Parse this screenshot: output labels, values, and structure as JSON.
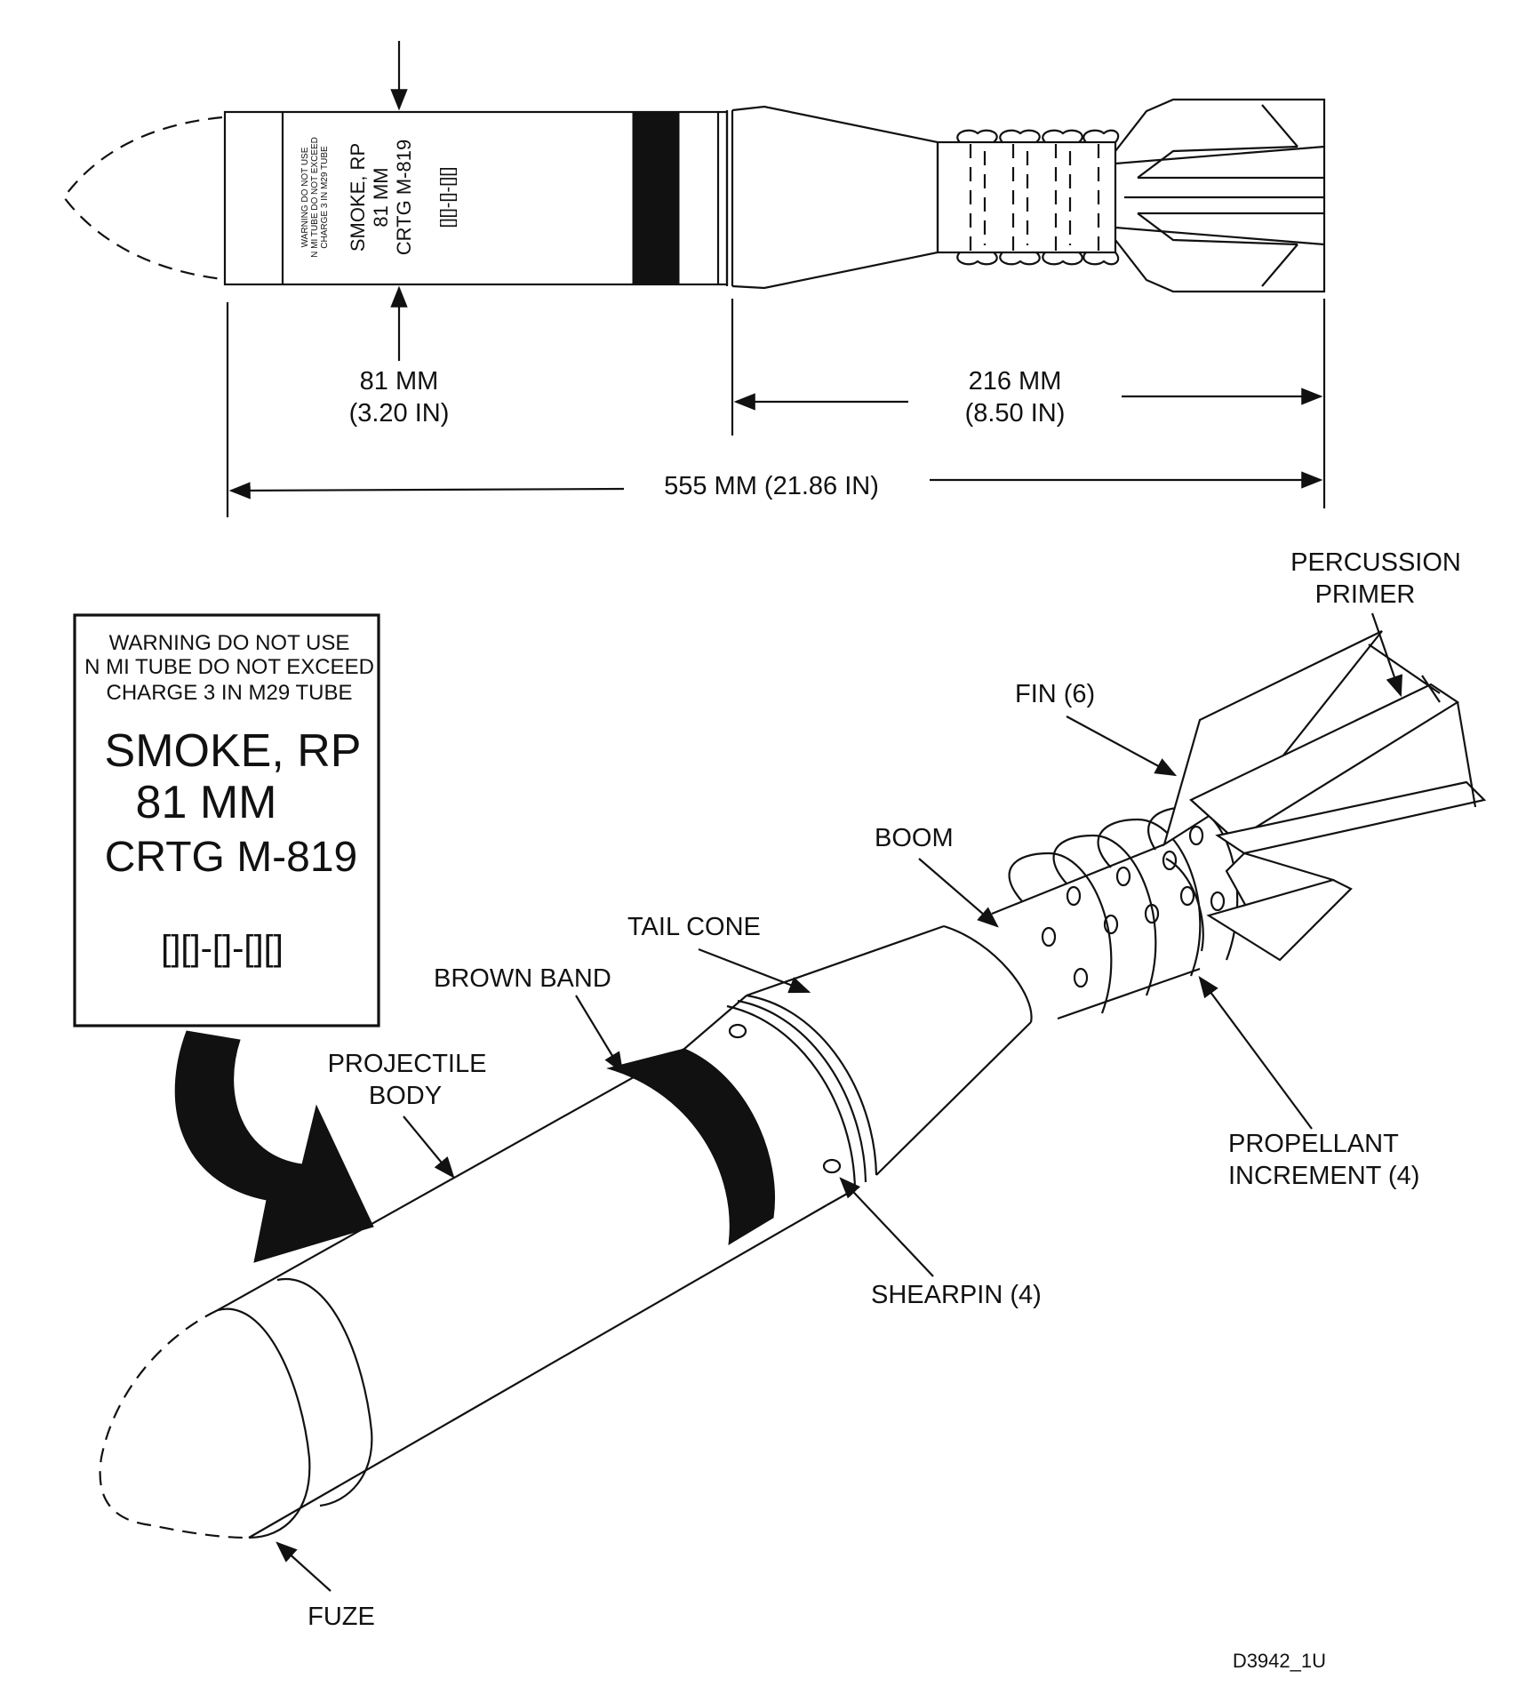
{
  "dimensions": {
    "diameter": "81 MM",
    "diameter_in": "(3.20 IN)",
    "tail_length": "216 MM",
    "tail_length_in": "(8.50 IN)",
    "overall_length": "555 MM (21.86 IN)"
  },
  "small_marking": {
    "line1": "WARNING DO NOT USE",
    "line2": "N MI TUBE DO NOT EXCEED",
    "line3": "CHARGE 3 IN M29 TUBE",
    "line4": "SMOKE, RP",
    "line5": "81 MM",
    "line6": "CRTG  M-819",
    "line7": "[][]-[]-[][]"
  },
  "marking_callout": {
    "warning_1": "WARNING DO NOT USE",
    "warning_2": "N MI TUBE DO NOT EXCEED",
    "warning_3": "CHARGE 3 IN M29 TUBE",
    "name": "SMOKE, RP",
    "caliber": "81 MM",
    "model": "CRTG   M-819",
    "lot": "[][]-[]-[][]"
  },
  "labels": {
    "percussion_primer_1": "PERCUSSION",
    "percussion_primer_2": "PRIMER",
    "fin": "FIN (6)",
    "boom": "BOOM",
    "tail_cone": "TAIL CONE",
    "brown_band": "BROWN BAND",
    "projectile_body_1": "PROJECTILE",
    "projectile_body_2": "BODY",
    "propellant_increment_1": "PROPELLANT",
    "propellant_increment_2": "INCREMENT (4)",
    "shearpin": "SHEARPIN (4)",
    "fuze": "FUZE"
  },
  "drawing_id": "D3942_1U"
}
